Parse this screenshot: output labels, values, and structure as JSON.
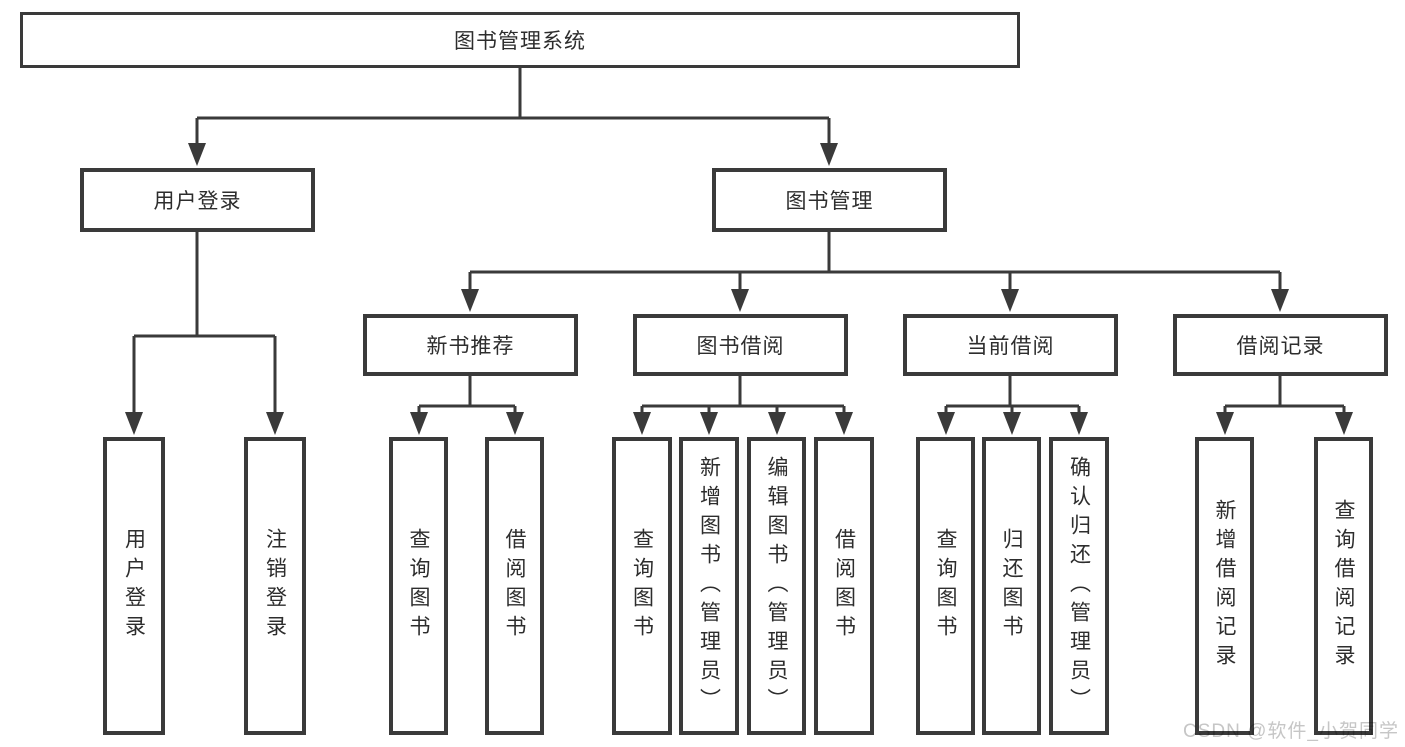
{
  "tree": {
    "root": {
      "label": "图书管理系统"
    },
    "branches": [
      {
        "label": "用户登录",
        "children": [
          {
            "label": "用户登录"
          },
          {
            "label": "注销登录"
          }
        ]
      },
      {
        "label": "图书管理",
        "sections": [
          {
            "label": "新书推荐",
            "children": [
              {
                "label": "查询图书"
              },
              {
                "label": "借阅图书"
              }
            ]
          },
          {
            "label": "图书借阅",
            "children": [
              {
                "label": "查询图书"
              },
              {
                "label": "新增图书（管理员）"
              },
              {
                "label": "编辑图书（管理员）"
              },
              {
                "label": "借阅图书"
              }
            ]
          },
          {
            "label": "当前借阅",
            "children": [
              {
                "label": "查询图书"
              },
              {
                "label": "归还图书"
              },
              {
                "label": "确认归还（管理员）"
              }
            ]
          },
          {
            "label": "借阅记录",
            "children": [
              {
                "label": "新增借阅记录"
              },
              {
                "label": "查询借阅记录"
              }
            ]
          }
        ]
      }
    ]
  },
  "colors": {
    "line": "#3a3a3a",
    "text": "#2d2d2d",
    "watermark": "#c6c6c6"
  },
  "watermark": {
    "text": "CSDN @软件_小贺同学"
  }
}
